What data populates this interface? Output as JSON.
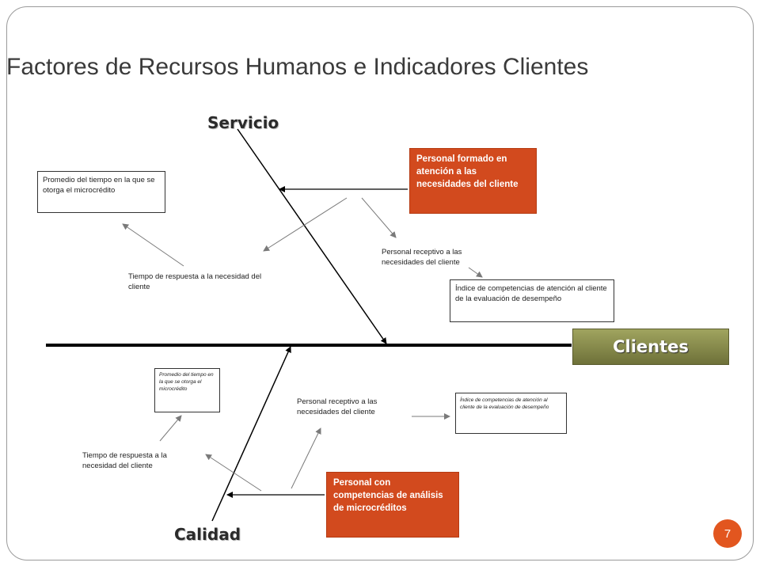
{
  "title": "Factores de Recursos Humanos e Indicadores Clientes",
  "head": "Clientes",
  "bones": {
    "top": "Servicio",
    "bottom": "Calidad"
  },
  "top": {
    "cause_box": "Personal formado en atención a las necesidades del cliente",
    "tiempo": "Tiempo de respuesta a la necesidad del cliente",
    "promedio": "Promedio del tiempo en la que se otorga el microcrédito",
    "receptivo": "Personal receptivo a las necesidades del cliente",
    "indice": "Índice de competencias de atención al cliente de la evaluación de desempeño"
  },
  "bottom": {
    "cause_box": "Personal con competencias de análisis de microcréditos",
    "tiempo": "Tiempo de respuesta a la necesidad del cliente",
    "promedio": "Promedio del tiempo en la que se otorga el microcrédito",
    "receptivo": "Personal receptivo a las necesidades del cliente",
    "indice": "Índice de competencias de atención al cliente de la evaluación de desempeño"
  },
  "page_number": "7",
  "colors": {
    "cause_box": "#d24a1e",
    "head": "#8a8d4c",
    "page_badge": "#e2561f"
  }
}
